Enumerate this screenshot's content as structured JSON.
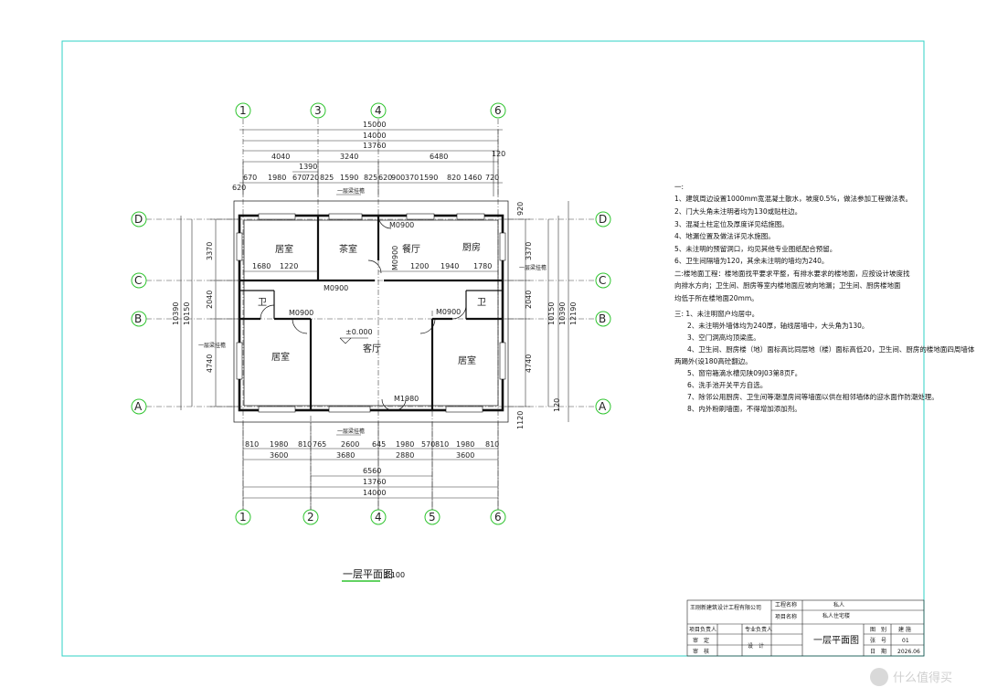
{
  "drawing": {
    "title": "一层平面图",
    "scale": "1:100",
    "grid_top": [
      "1",
      "3",
      "4",
      "6"
    ],
    "grid_bottom": [
      "1",
      "2",
      "4",
      "5",
      "6"
    ],
    "grid_rows": [
      "D",
      "C",
      "B",
      "A"
    ],
    "dims_top": {
      "overall": "15000",
      "d14000": "14000",
      "d13760": "13760",
      "segs": [
        "4040",
        "3240",
        "6480",
        "120"
      ],
      "d1390": "1390",
      "small": [
        "670",
        "1980",
        "670",
        "720",
        "825",
        "1590",
        "825",
        "620",
        "900",
        "370",
        "1590",
        "820",
        "1460",
        "720"
      ],
      "left620": "620"
    },
    "dims_bottom": {
      "small": [
        "810",
        "1980",
        "810",
        "765",
        "2600",
        "645",
        "1980",
        "570",
        "810",
        "1980",
        "810"
      ],
      "mid": [
        "3600",
        "3680",
        "2880",
        "3600"
      ],
      "d6560": "6560",
      "d13760": "13760",
      "d14000": "14000"
    },
    "dims_left": [
      "3370",
      "2040",
      "4740",
      "10150",
      "10390"
    ],
    "dims_right": [
      "920",
      "3370",
      "2040",
      "4740",
      "10150",
      "10390",
      "12190",
      "1120",
      "120"
    ],
    "interior_dims": [
      "1680",
      "1220",
      "1200",
      "1940",
      "1780"
    ],
    "rooms": [
      "居室",
      "茶室",
      "餐厅",
      "厨房",
      "卫",
      "卫",
      "客厅",
      "居室",
      "居室"
    ],
    "doors": [
      "M0900",
      "M0900",
      "M0900",
      "M0900",
      "M0900",
      "M1980"
    ],
    "level": "±0.000",
    "marks": [
      "一层梁挂檐",
      "一层梁挂檐",
      "一层梁挂檐",
      "一层梁挂檐"
    ]
  },
  "notes": {
    "head": "一:",
    "lines": [
      "1、建筑周边设置1000mm宽混凝土散水，坡度0.5%，做法参加工程做法表。",
      "2、门大头角未注明者均为130或贴柱边。",
      "3、混凝土柱定位及厚度详见结施图。",
      "4、地漏位置及做法详见水施图。",
      "5、未注明的预留洞口，均见其他专业图纸配合预留。",
      "6、卫生间隔墙为120，其余未注明的墙均为240。",
      "二:楼地面工程：楼地面找平要求平整，有排水要求的楼地面，应按设计坡度找",
      "向排水方向；卫生间、厨房等室内楼地面应坡向地漏；卫生间、厨房楼地面",
      "均低于所在楼地面20mm。",
      "三: 1、未注明窗户均居中。",
      "2、未注明外墙体均为240厚，轴线居墙中，大头角为130。",
      "3、空门洞高均顶梁底。",
      "4、卫生间、厨房楼（地）面标高比同层地（楼）面标高低20，卫生间、厨房的楼地面四周墙体",
      "两踢外(设180高砼翻边。",
      "5、窗帘箱滴水槽见陕09J03第8页F。",
      "6、洗手池开关平方自选。",
      "7、除邻公用厨房、卫生间等潮湿房间等墙面以供在相邻墙体的迎水面作防潮处理。",
      "8、内外粉刷墙面，不得增加添加剂。"
    ]
  },
  "title_block": {
    "company": "王刚新建筑设计工程有限公司",
    "project_name_label": "工程名称",
    "project_name": "私人",
    "item_name_label": "项目名称",
    "item_name": "私人住宅楼",
    "project_lead": "项目负责人",
    "discipline_lead": "专业负责人",
    "review": "审　定",
    "check": "审　核",
    "design": "设　计",
    "drawing_title": "一层平面图",
    "drawing_cat_label": "图　别",
    "drawing_cat": "建 施",
    "drawing_no_label": "张　号",
    "drawing_no": "01",
    "date_label": "日　期",
    "date": "2026.06"
  },
  "watermark": "什么值得买",
  "colors": {
    "frame": "#2fd0c4",
    "grid_circle": "#2ec42e",
    "wall": "#111111"
  }
}
